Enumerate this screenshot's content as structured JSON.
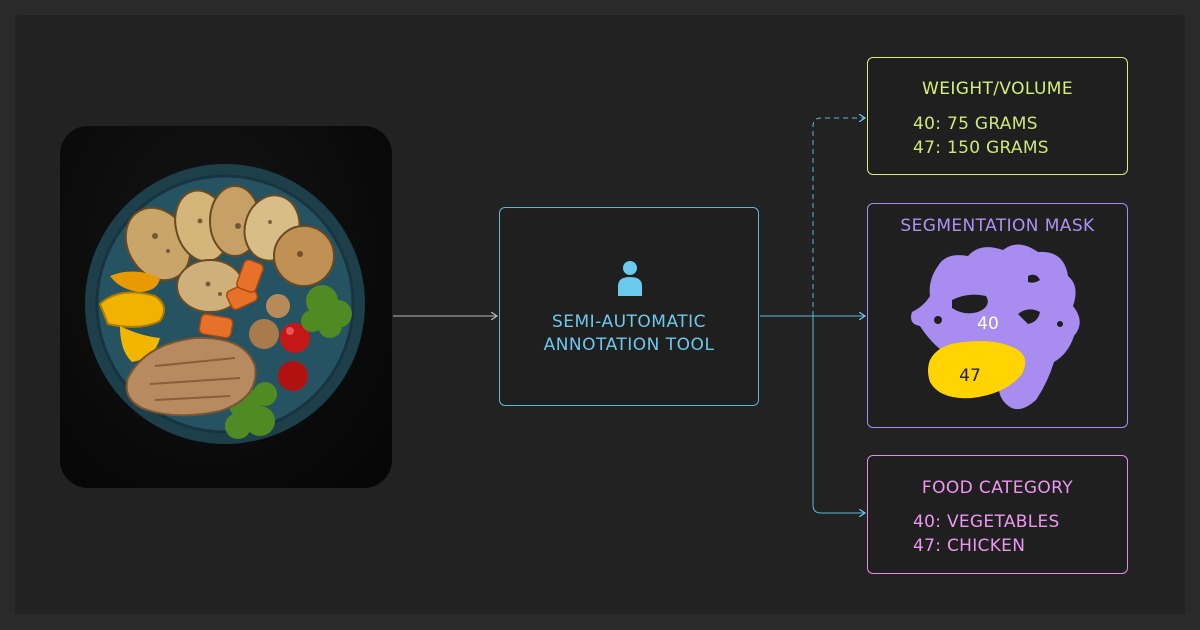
{
  "tool": {
    "label_line1": "SEMI-AUTOMATIC",
    "label_line2": "ANNOTATION TOOL",
    "icon": "user-icon"
  },
  "weight": {
    "title": "WEIGHT/VOLUME",
    "lines": [
      "40: 75 GRAMS",
      "47: 150 GRAMS"
    ]
  },
  "segmentation": {
    "title": "SEGMENTATION MASK",
    "labels": [
      "40",
      "47"
    ]
  },
  "category": {
    "title": "FOOD CATEGORY",
    "lines": [
      "40: VEGETABLES",
      "47: CHICKEN"
    ]
  },
  "colors": {
    "background": "#222222",
    "tool_accent": "#6cc9ee",
    "weight_accent": "#d4f07a",
    "segmentation_accent": "#a98cf0",
    "category_accent": "#ef96f0",
    "mask_vegetables": "#a98cf0",
    "mask_chicken": "#ffd400"
  }
}
